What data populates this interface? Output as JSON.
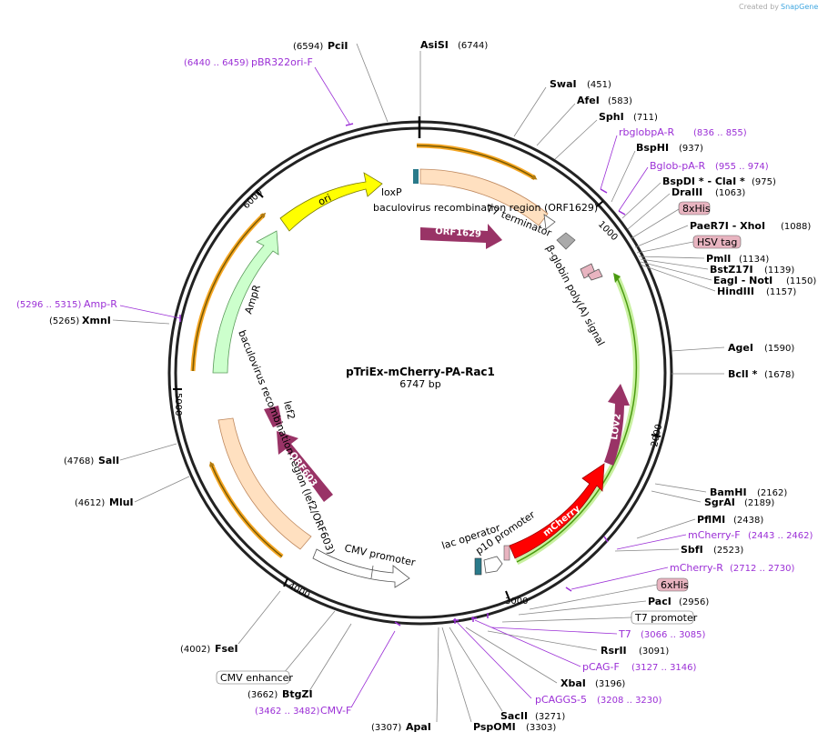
{
  "credit": {
    "prefix": "Created by",
    "brand": "SnapGene"
  },
  "plasmid": {
    "name": "pTriEx-mCherry-PA-Rac1",
    "length": "6747 bp"
  },
  "ticks": [
    "1000",
    "2000",
    "3000",
    "4000",
    "5000",
    "6000"
  ],
  "sites": [
    {
      "name": "PciI",
      "pos": "(6594)"
    },
    {
      "name": "AsiSI",
      "pos": "(6744)"
    },
    {
      "name": "SwaI",
      "pos": "(451)"
    },
    {
      "name": "AfeI",
      "pos": "(583)"
    },
    {
      "name": "SphI",
      "pos": "(711)"
    },
    {
      "name": "BspHI",
      "pos": "(937)"
    },
    {
      "name": "BspDI * - ClaI *",
      "pos": "(975)"
    },
    {
      "name": "DraIII",
      "pos": "(1063)"
    },
    {
      "name": "PaeR7I - XhoI",
      "pos": "(1088)"
    },
    {
      "name": "PmlI",
      "pos": "(1134)"
    },
    {
      "name": "BstZ17I",
      "pos": "(1139)"
    },
    {
      "name": "EagI - NotI",
      "pos": "(1150)"
    },
    {
      "name": "HindIII",
      "pos": "(1157)"
    },
    {
      "name": "AgeI",
      "pos": "(1590)"
    },
    {
      "name": "BclI *",
      "pos": "(1678)"
    },
    {
      "name": "BamHI",
      "pos": "(2162)"
    },
    {
      "name": "SgrAI",
      "pos": "(2189)"
    },
    {
      "name": "PflMI",
      "pos": "(2438)"
    },
    {
      "name": "SbfI",
      "pos": "(2523)"
    },
    {
      "name": "PacI",
      "pos": "(2956)"
    },
    {
      "name": "RsrII",
      "pos": "(3091)"
    },
    {
      "name": "XbaI",
      "pos": "(3196)"
    },
    {
      "name": "SacII",
      "pos": "(3271)"
    },
    {
      "name": "PspOMI",
      "pos": "(3303)"
    },
    {
      "name": "ApaI",
      "pos": "(3307)"
    },
    {
      "name": "BtgZI",
      "pos": "(3662)"
    },
    {
      "name": "FseI",
      "pos": "(4002)"
    },
    {
      "name": "MluI",
      "pos": "(4612)"
    },
    {
      "name": "SalI",
      "pos": "(4768)"
    },
    {
      "name": "XmnI",
      "pos": "(5265)"
    }
  ],
  "primers": [
    {
      "name": "pBR322ori-F",
      "pos": "(6440 .. 6459)"
    },
    {
      "name": "rbglobpA-R",
      "pos": "(836 .. 855)"
    },
    {
      "name": "Bglob-pA-R",
      "pos": "(955 .. 974)"
    },
    {
      "name": "mCherry-F",
      "pos": "(2443 .. 2462)"
    },
    {
      "name": "mCherry-R",
      "pos": "(2712 .. 2730)"
    },
    {
      "name": "T7",
      "pos": "(3066 .. 3085)"
    },
    {
      "name": "pCAG-F",
      "pos": "(3127 .. 3146)"
    },
    {
      "name": "pCAGGS-5",
      "pos": "(3208 .. 3230)"
    },
    {
      "name": "CMV-F",
      "pos": "(3462 .. 3482)"
    },
    {
      "name": "Amp-R",
      "pos": "(5296 .. 5315)"
    }
  ],
  "boxed": [
    "8xHis",
    "HSV tag",
    "6xHis",
    "T7 promoter",
    "CMV enhancer"
  ],
  "features": {
    "loxp": "loxP",
    "t7term": "T7 terminator",
    "bac1": "baculovirus recombination region (ORF1629)",
    "orf1629": "ORF1629",
    "bglobin": "β-globin poly(A) signal",
    "ori": "ori",
    "ampr": "AmpR",
    "bac2": "baculovirus recombination region (lef2/ORF603)",
    "lef2": "lef2",
    "orf603": "ORF603",
    "cmv": "CMV promoter",
    "lac": "lac operator",
    "p10": "p10 promoter",
    "mcherry": "mCherry",
    "lov2": "LOV2"
  },
  "colors": {
    "ring": "#222222",
    "ori": "#ffff00",
    "ampr": "#ccffcc",
    "bac": "#ffe0c0",
    "orf": "#993366",
    "mcherry": "#ff0000",
    "lov2": "#993366",
    "primer": "#9b2fd6",
    "orange_arc": "#f5a623",
    "green_arc": "#7fd13b",
    "boxed_tag": "#e8b4c0"
  }
}
